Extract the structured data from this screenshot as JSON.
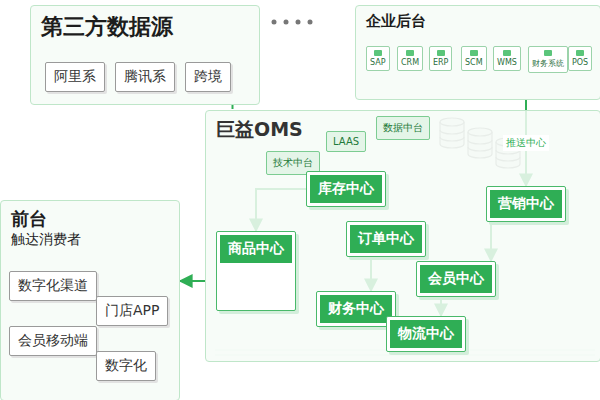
{
  "diagram": {
    "nodes": [
      {
        "text": [
          "第三方数据源"
        ]
      },
      {
        "text": [
          "阿里系"
        ],
        "in": 0
      },
      {
        "text": [
          "腾讯系"
        ],
        "in": 0
      },
      {
        "text": [
          "跨境"
        ],
        "in": 0
      },
      {
        "text": [
          "企业后台"
        ]
      },
      {
        "text": [
          "SAP"
        ],
        "in": 4
      },
      {
        "text": [
          "CRM"
        ],
        "in": 4
      },
      {
        "text": [
          "ERP"
        ],
        "in": 4
      },
      {
        "text": [
          "SCM"
        ],
        "in": 4
      },
      {
        "text": [
          "WMS"
        ],
        "in": 4
      },
      {
        "text": [
          "财务系统"
        ],
        "in": 4
      },
      {
        "text": [
          "POS"
        ],
        "in": 4
      },
      {
        "text": [
          "巨益OMS"
        ]
      },
      {
        "text": [
          "技术中台"
        ],
        "in": 12
      },
      {
        "text": [
          "LAAS"
        ],
        "in": 12
      },
      {
        "text": [
          "数据中台"
        ],
        "in": 12
      },
      {
        "text": [
          "商品中心"
        ],
        "in": 12
      },
      {
        "text": [
          "库存中心"
        ],
        "in": 12
      },
      {
        "text": [
          "订单中心"
        ],
        "in": 12
      },
      {
        "text": [
          "会员中心"
        ],
        "in": 12
      },
      {
        "text": [
          "营销中心"
        ],
        "in": 12
      },
      {
        "text": [
          "财务中心"
        ],
        "in": 12
      },
      {
        "text": [
          "物流中心"
        ],
        "in": 12
      },
      {
        "text": [
          "前台",
          "触达消费者"
        ]
      },
      {
        "text": [
          "数字化渠道"
        ],
        "in": 23
      },
      {
        "text": [
          "门店APP"
        ],
        "in": 23
      },
      {
        "text": [
          "会员移动端"
        ],
        "in": 23
      },
      {
        "text": [
          "数字化"
        ],
        "in": 23
      }
    ],
    "edges": [
      {
        "from": 0,
        "to": 12,
        "arrow": "none"
      },
      {
        "from": 4,
        "to": 20,
        "label": "推送中心",
        "arrow": "to"
      },
      {
        "from": 17,
        "to": 16,
        "arrow": "to"
      },
      {
        "from": 18,
        "to": 21,
        "arrow": "to"
      },
      {
        "from": 19,
        "to": 22,
        "arrow": "to"
      },
      {
        "from": 20,
        "to": 19,
        "arrow": "to"
      },
      {
        "from": 12,
        "to": 23,
        "arrow": "to"
      }
    ]
  }
}
